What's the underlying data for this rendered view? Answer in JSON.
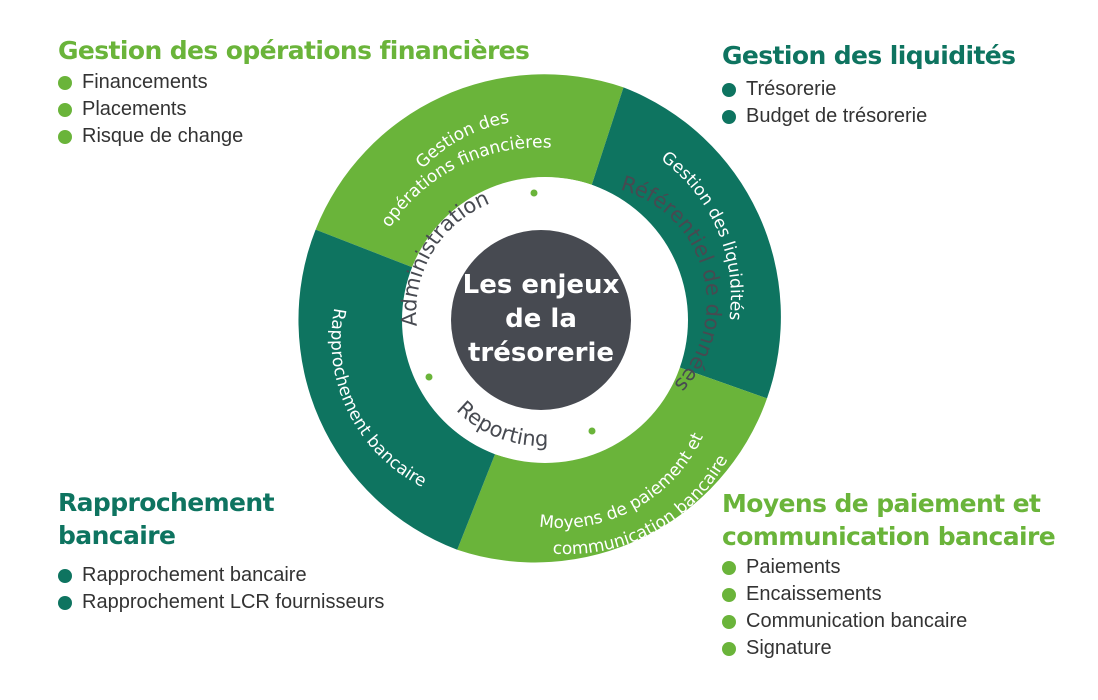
{
  "colors": {
    "light_green": "#6ab43a",
    "dark_green": "#0e7460",
    "center_gray": "#474a51",
    "text_gray": "#474a51"
  },
  "center": {
    "line1": "Les enjeux",
    "line2": "de la",
    "line3": "trésorerie"
  },
  "inner_ring": {
    "admin": "Administration",
    "referentiel": "Référentiel de données",
    "reporting": "Reporting"
  },
  "outer_ring": {
    "ops_line1": "Gestion des",
    "ops_line2": "opérations financières",
    "liquidites": "Gestion des liquidités",
    "paiement_line1": "Moyens de paiement et",
    "paiement_line2": "communication bancaire",
    "rapprochement": "Rapprochement bancaire"
  },
  "blocks": {
    "ops": {
      "title": "Gestion des opérations financières",
      "items": [
        "Financements",
        "Placements",
        "Risque de change"
      ]
    },
    "liquidites": {
      "title": "Gestion des liquidités",
      "items": [
        "Trésorerie",
        "Budget de trésorerie"
      ]
    },
    "rapprochement": {
      "title_line1": "Rapprochement",
      "title_line2": "bancaire",
      "items": [
        "Rapprochement bancaire",
        "Rapprochement LCR fournisseurs"
      ]
    },
    "paiement": {
      "title_line1": "Moyens de paiement et",
      "title_line2": "communication bancaire",
      "items": [
        "Paiements",
        "Encaissements",
        "Communication bancaire",
        "Signature"
      ]
    }
  }
}
